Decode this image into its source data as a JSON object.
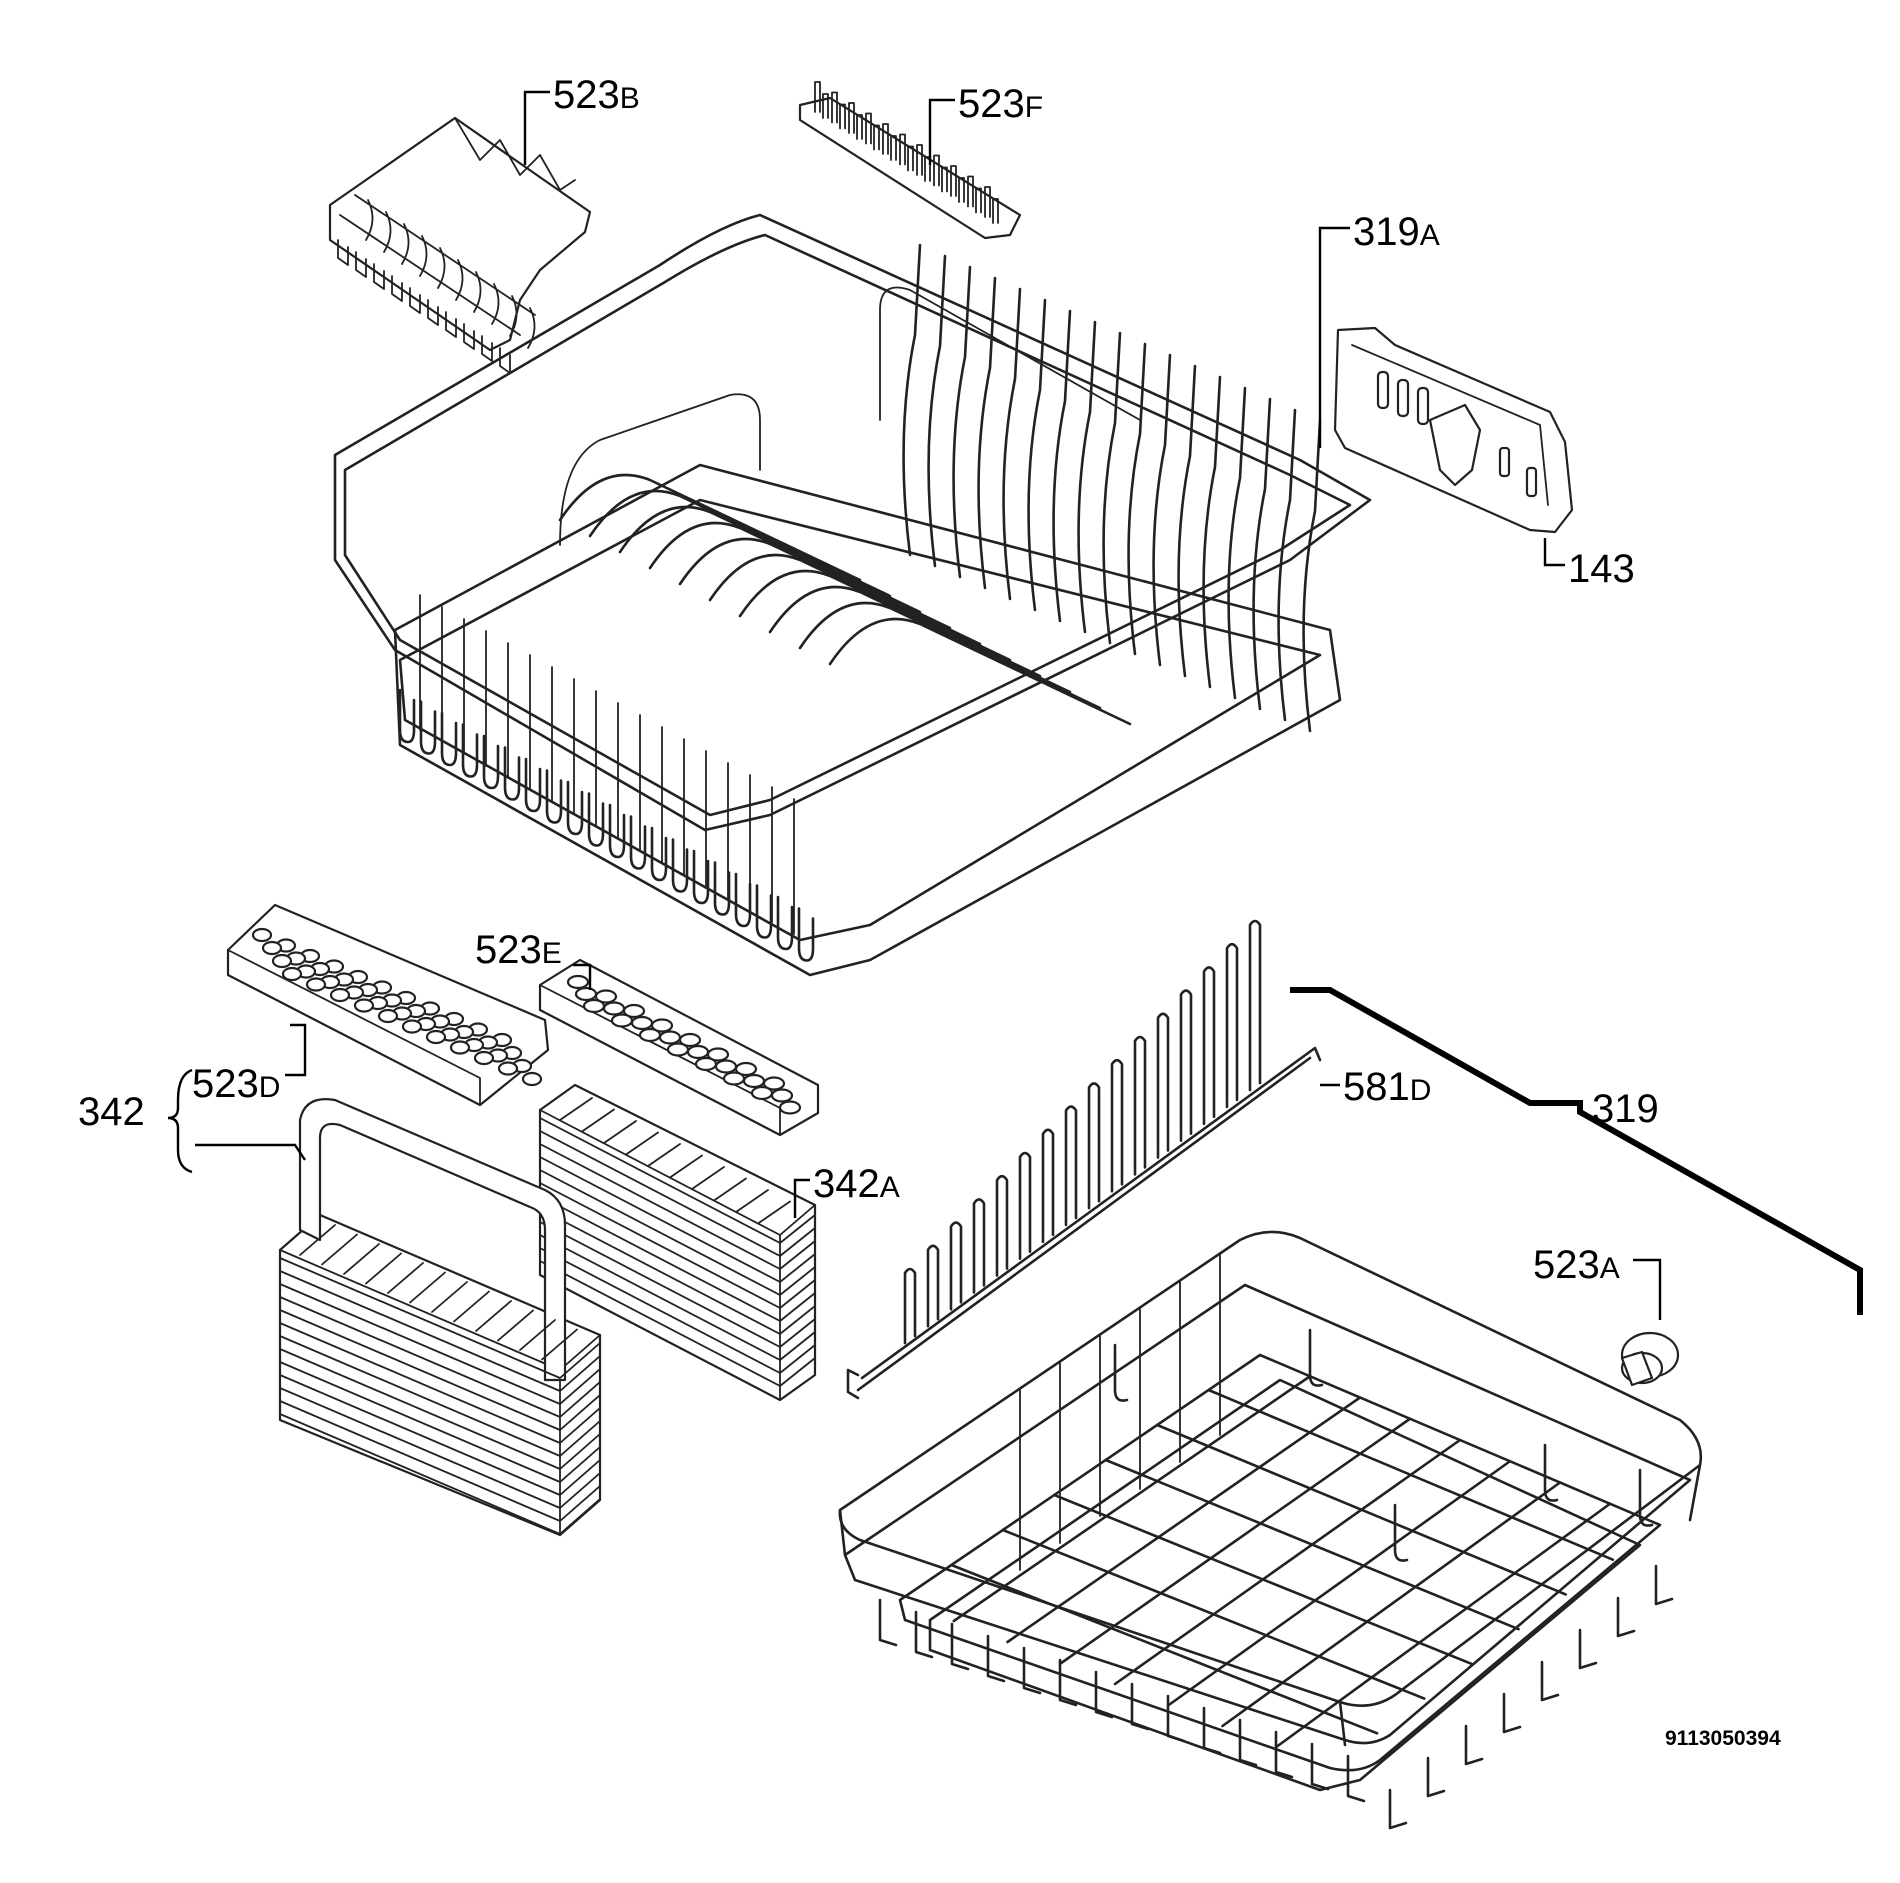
{
  "diagram": {
    "callouts": {
      "523B": {
        "num": "523",
        "suffix": "B"
      },
      "523F": {
        "num": "523",
        "suffix": "F"
      },
      "319A": {
        "num": "319",
        "suffix": "A"
      },
      "143": {
        "num": "143",
        "suffix": ""
      },
      "523E": {
        "num": "523",
        "suffix": "E"
      },
      "342": {
        "num": "342",
        "suffix": ""
      },
      "523D": {
        "num": "523",
        "suffix": "D"
      },
      "342A": {
        "num": "342",
        "suffix": "A"
      },
      "581D": {
        "num": "581",
        "suffix": "D"
      },
      "319": {
        "num": "319",
        "suffix": ""
      },
      "523A": {
        "num": "523",
        "suffix": "A"
      }
    },
    "drawing_code": "9113050394"
  }
}
